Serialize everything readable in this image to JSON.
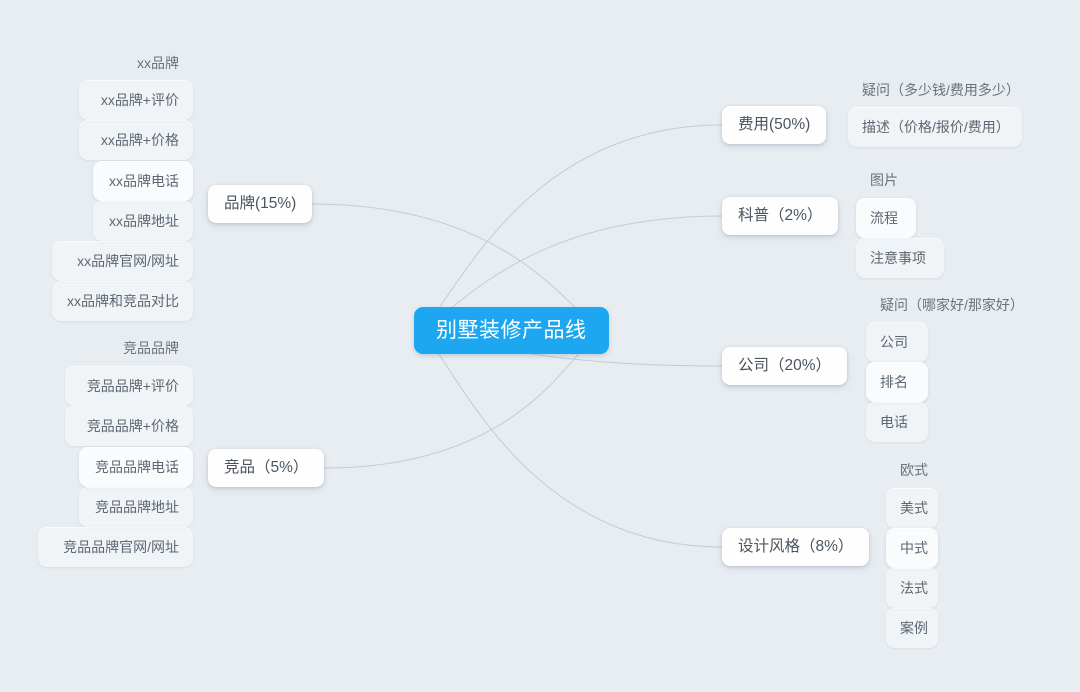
{
  "meta": {
    "background_color": "#e8edf2",
    "accent_color": "#1ca7f0",
    "node_text_color": "#4a5560",
    "leaf_text_color": "#5d6772",
    "link_color": "#c3ccd6"
  },
  "root": {
    "label": "别墅装修产品线"
  },
  "branches": [
    {
      "id": "brand",
      "label": "品牌(15%)",
      "side": "left",
      "children": [
        {
          "label": "xx品牌"
        },
        {
          "label": "xx品牌+评价"
        },
        {
          "label": "xx品牌+价格"
        },
        {
          "label": "xx品牌电话"
        },
        {
          "label": "xx品牌地址"
        },
        {
          "label": "xx品牌官网/网址"
        },
        {
          "label": "xx品牌和竞品对比"
        }
      ]
    },
    {
      "id": "competitor",
      "label": "竞品（5%）",
      "side": "left",
      "children": [
        {
          "label": "竞品品牌"
        },
        {
          "label": "竞品品牌+评价"
        },
        {
          "label": "竞品品牌+价格"
        },
        {
          "label": "竞品品牌电话"
        },
        {
          "label": "竞品品牌地址"
        },
        {
          "label": "竞品品牌官网/网址"
        }
      ]
    },
    {
      "id": "cost",
      "label": "费用(50%)",
      "side": "right",
      "children": [
        {
          "label": "疑问（多少钱/费用多少）"
        },
        {
          "label": "描述（价格/报价/费用）"
        }
      ]
    },
    {
      "id": "knowledge",
      "label": "科普（2%）",
      "side": "right",
      "children": [
        {
          "label": "图片"
        },
        {
          "label": "流程"
        },
        {
          "label": "注意事项"
        }
      ]
    },
    {
      "id": "company",
      "label": "公司（20%）",
      "side": "right",
      "children": [
        {
          "label": "疑问（哪家好/那家好）"
        },
        {
          "label": "公司"
        },
        {
          "label": "排名"
        },
        {
          "label": "电话"
        }
      ]
    },
    {
      "id": "style",
      "label": "设计风格（8%）",
      "side": "right",
      "children": [
        {
          "label": "欧式"
        },
        {
          "label": "美式"
        },
        {
          "label": "中式"
        },
        {
          "label": "法式"
        },
        {
          "label": "案例"
        }
      ]
    }
  ]
}
